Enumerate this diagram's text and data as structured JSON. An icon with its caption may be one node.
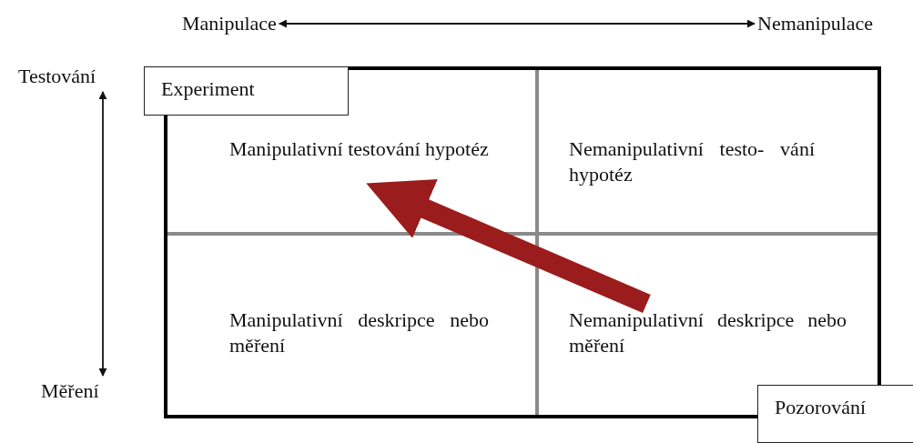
{
  "diagram": {
    "nodes": [
      {
        "text": [
          "Manipulace"
        ]
      },
      {
        "text": [
          "Nemanipulace"
        ]
      },
      {
        "text": [
          "Testování"
        ]
      },
      {
        "text": [
          "Experiment"
        ]
      },
      {
        "text": [
          "Manipulativní testování hypotéz"
        ]
      },
      {
        "text": [
          "Nemanipulativní testo- vání hypotéz"
        ]
      },
      {
        "text": [
          "Manipulativní deskripce nebo měření"
        ]
      },
      {
        "text": [
          "Nemanipulativní deskripce nebo měření"
        ]
      },
      {
        "text": [
          "Měření"
        ]
      },
      {
        "text": [
          "Pozorování"
        ]
      }
    ],
    "edges": [
      {
        "from": 0,
        "to": 1,
        "arrow": "both"
      },
      {
        "from": 2,
        "to": 8,
        "arrow": "both"
      },
      {
        "from": 7,
        "to": 4,
        "arrow": "to",
        "style": "thick",
        "color": "#9b1c1c"
      }
    ]
  }
}
